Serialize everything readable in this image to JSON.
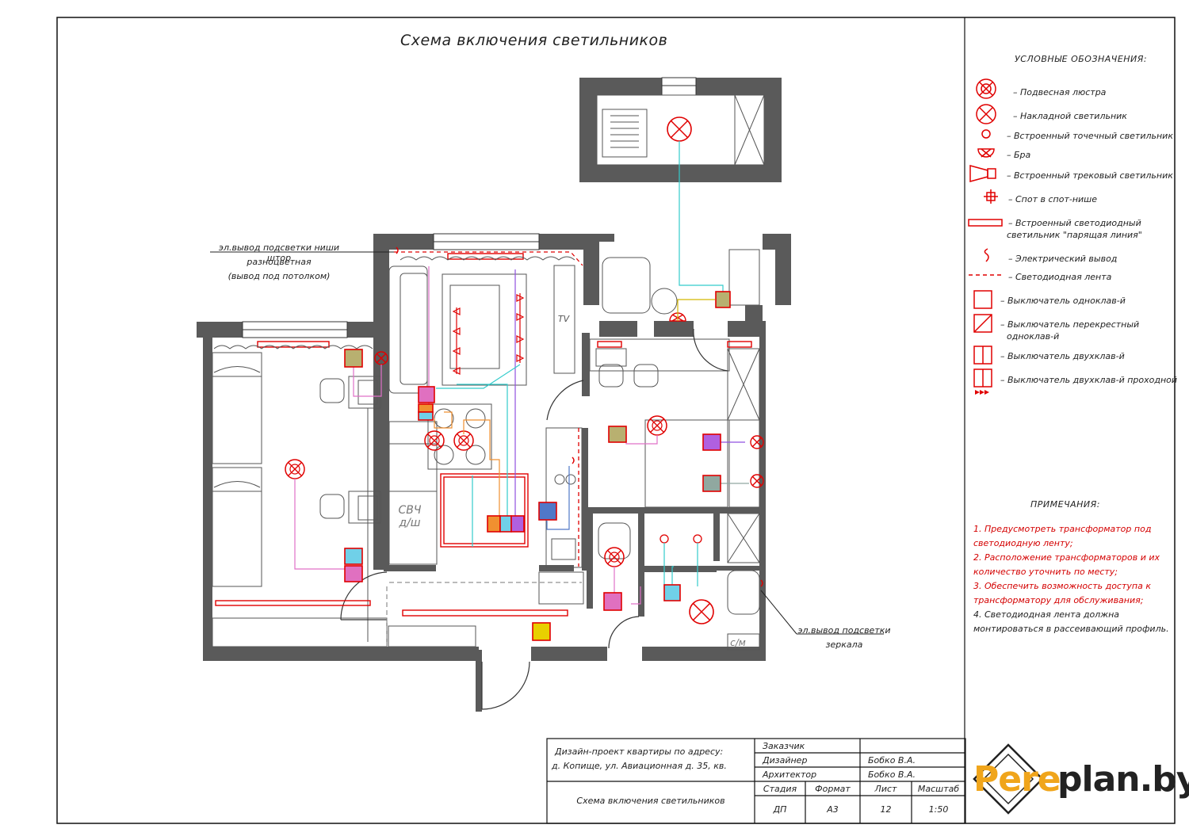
{
  "title": "Схема включения светильников",
  "annotations": {
    "curtain_niche_1": "эл.вывод подсветки ниши штор",
    "curtain_niche_2": "разноцветная",
    "curtain_niche_3": "(вывод под потолком)",
    "mirror_1": "эл.вывод подсветки",
    "mirror_2": "зеркала",
    "tv": "TV",
    "microwave": "СВЧ",
    "dishwasher": "д/ш",
    "bathroom": "с/м"
  },
  "legend": {
    "title": "УСЛОВНЫЕ ОБОЗНАЧЕНИЯ:",
    "items": [
      {
        "icon": "pendant-chandelier-icon",
        "label": "– Подвесная люстра"
      },
      {
        "icon": "surface-light-icon",
        "label": "– Накладной светильник"
      },
      {
        "icon": "recessed-spot-icon",
        "label": "– Встроенный точечный светильник"
      },
      {
        "icon": "wall-sconce-icon",
        "label": "– Бра"
      },
      {
        "icon": "track-light-icon",
        "label": "– Встроенный трековый светильник"
      },
      {
        "icon": "niche-spot-icon",
        "label": "– Спот в спот-нише"
      },
      {
        "icon": "led-line-icon",
        "label": "– Встроенный светодиодный",
        "label2": "светильник \"парящая линия\""
      },
      {
        "icon": "electric-outlet-icon",
        "label": "– Электрический вывод"
      },
      {
        "icon": "led-strip-icon",
        "label": "– Светодиодная лента"
      },
      {
        "icon": "switch-single-icon",
        "label": "– Выключатель одноклав-й"
      },
      {
        "icon": "switch-cross-icon",
        "label": "– Выключатель перекрестный",
        "label2": "одноклав-й"
      },
      {
        "icon": "switch-double-icon",
        "label": "– Выключатель двухклав-й"
      },
      {
        "icon": "switch-double-pass-icon",
        "label": "– Выключатель двухклав-й проходной"
      }
    ]
  },
  "notes": {
    "title": "ПРИМЕЧАНИЯ:",
    "items": [
      "1.   Предусмотреть трансформатор под светодиодную ленту;",
      "2.   Расположение трансформаторов и их количество уточнить по месту;",
      "3.   Обеспечить возможность доступа к трансформатору для обслуживания;",
      "4.   Светодиодная лента должна монтироваться в рассеивающий профиль."
    ],
    "colors": [
      "#d40000",
      "#d40000",
      "#d40000",
      "#222222"
    ]
  },
  "title_block": {
    "project_line1": "Дизайн-проект квартиры по адресу:",
    "project_line2": "д. Копище, ул. Авиационная д. 35, кв.",
    "sheet_name": "Схема включения светильников",
    "customer_label": "Заказчик",
    "designer_label": "Дизайнер",
    "designer_name": "Бобко В.А.",
    "architect_label": "Архитектор",
    "architect_name": "Бобко В.А.",
    "stage_label": "Стадия",
    "format_label": "Формат",
    "sheet_label": "Лист",
    "scale_label": "Масштаб",
    "stage": "ДП",
    "format": "А3",
    "sheet": "12",
    "scale": "1:50"
  },
  "logo": {
    "part1": "Pere",
    "part2": "plan.by"
  },
  "colors": {
    "wall": "#585858",
    "fixture": "#e00000",
    "wire_cyan": "#33cccc",
    "wire_orange": "#f09030",
    "wire_pink": "#e070c8",
    "wire_purple": "#9050e0",
    "wire_yellow": "#d4b800",
    "switch_olive": "#b8b070",
    "switch_cyan": "#70d0e8",
    "switch_pink": "#e070c0",
    "switch_purple": "#b060e0",
    "switch_gray": "#90a8a0",
    "switch_yellow": "#e8d000",
    "switch_blue": "#5078c8",
    "logo_orange": "#f0a51b"
  }
}
